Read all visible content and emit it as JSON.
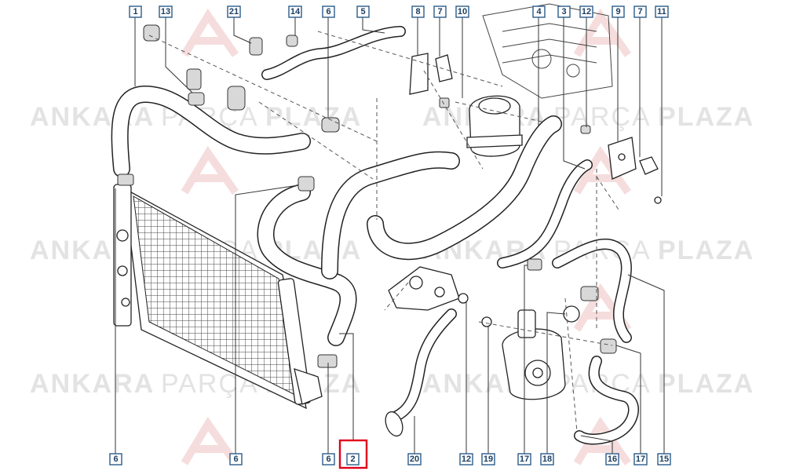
{
  "watermark": {
    "word_1": "ANKARA",
    "word_2": "PARÇA",
    "word_3": "PLAZA",
    "accent_color": "#e0001b"
  },
  "callouts": {
    "top": [
      "1",
      "13",
      "21",
      "14",
      "6",
      "5",
      "8",
      "7",
      "10",
      "4",
      "3",
      "12",
      "9",
      "7",
      "11"
    ],
    "bottom": [
      "6",
      "6",
      "6",
      "2",
      "20",
      "12",
      "19",
      "17",
      "18",
      "16",
      "17",
      "15"
    ]
  },
  "selected_part": "2",
  "colors": {
    "callout_border": "#2b5c8a",
    "callout_text": "#1d3f63",
    "highlight": "#e0001b"
  }
}
